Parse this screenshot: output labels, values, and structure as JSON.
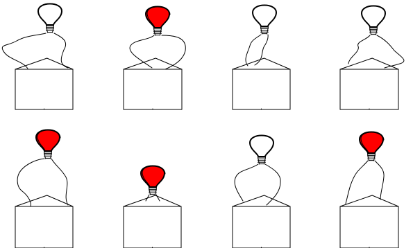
{
  "colors": {
    "lit": "#ff0000",
    "unlit": "#ffffff",
    "stroke": "#000000"
  },
  "panels": [
    {
      "id": 1,
      "lit": false
    },
    {
      "id": 2,
      "lit": true
    },
    {
      "id": 3,
      "lit": false
    },
    {
      "id": 4,
      "lit": false
    },
    {
      "id": 5,
      "lit": true
    },
    {
      "id": 6,
      "lit": true
    },
    {
      "id": 7,
      "lit": false
    },
    {
      "id": 8,
      "lit": true
    }
  ]
}
